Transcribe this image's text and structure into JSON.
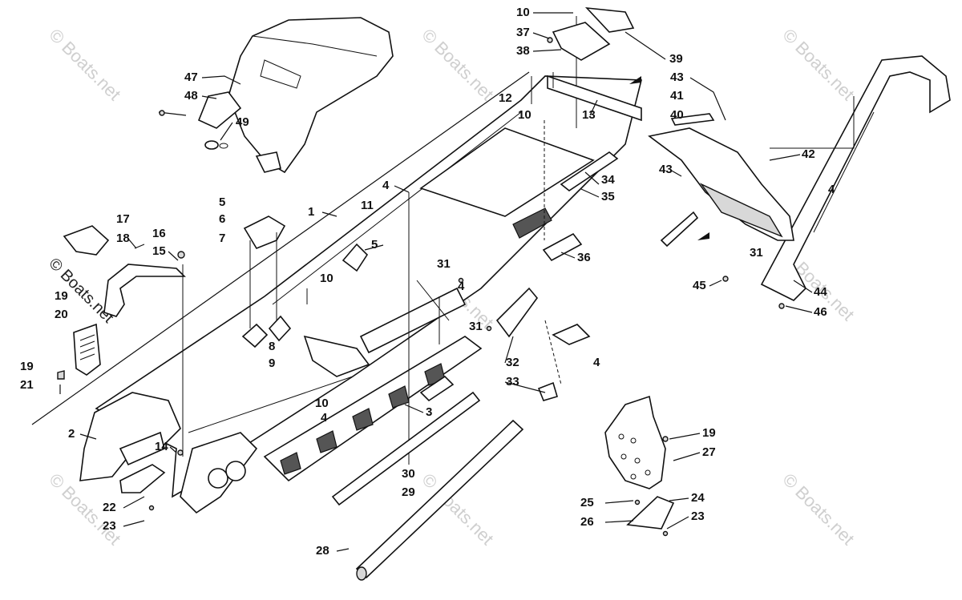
{
  "watermark": "© Boats.net",
  "callouts": [
    {
      "id": "c1",
      "text": "1"
    },
    {
      "id": "c2",
      "text": "2"
    },
    {
      "id": "c3",
      "text": "3"
    },
    {
      "id": "c4a",
      "text": "4"
    },
    {
      "id": "c4b",
      "text": "4"
    },
    {
      "id": "c4c",
      "text": "4"
    },
    {
      "id": "c4d",
      "text": "4"
    },
    {
      "id": "c4e",
      "text": "4"
    },
    {
      "id": "c5a",
      "text": "5"
    },
    {
      "id": "c5b",
      "text": "5"
    },
    {
      "id": "c6",
      "text": "6"
    },
    {
      "id": "c7",
      "text": "7"
    },
    {
      "id": "c8",
      "text": "8"
    },
    {
      "id": "c9",
      "text": "9"
    },
    {
      "id": "c10a",
      "text": "10"
    },
    {
      "id": "c10b",
      "text": "10"
    },
    {
      "id": "c10c",
      "text": "10"
    },
    {
      "id": "c10d",
      "text": "10"
    },
    {
      "id": "c11",
      "text": "11"
    },
    {
      "id": "c12",
      "text": "12"
    },
    {
      "id": "c13",
      "text": "13"
    },
    {
      "id": "c14",
      "text": "14"
    },
    {
      "id": "c15",
      "text": "15"
    },
    {
      "id": "c16",
      "text": "16"
    },
    {
      "id": "c17",
      "text": "17"
    },
    {
      "id": "c18",
      "text": "18"
    },
    {
      "id": "c19a",
      "text": "19"
    },
    {
      "id": "c19b",
      "text": "19"
    },
    {
      "id": "c19c",
      "text": "19"
    },
    {
      "id": "c20",
      "text": "20"
    },
    {
      "id": "c21",
      "text": "21"
    },
    {
      "id": "c22",
      "text": "22"
    },
    {
      "id": "c23a",
      "text": "23"
    },
    {
      "id": "c23b",
      "text": "23"
    },
    {
      "id": "c24",
      "text": "24"
    },
    {
      "id": "c25",
      "text": "25"
    },
    {
      "id": "c26",
      "text": "26"
    },
    {
      "id": "c27",
      "text": "27"
    },
    {
      "id": "c28",
      "text": "28"
    },
    {
      "id": "c29",
      "text": "29"
    },
    {
      "id": "c30",
      "text": "30"
    },
    {
      "id": "c31a",
      "text": "31"
    },
    {
      "id": "c31b",
      "text": "31"
    },
    {
      "id": "c31c",
      "text": "31"
    },
    {
      "id": "c32",
      "text": "32"
    },
    {
      "id": "c33",
      "text": "33"
    },
    {
      "id": "c34",
      "text": "34"
    },
    {
      "id": "c35",
      "text": "35"
    },
    {
      "id": "c36",
      "text": "36"
    },
    {
      "id": "c37",
      "text": "37"
    },
    {
      "id": "c38",
      "text": "38"
    },
    {
      "id": "c39",
      "text": "39"
    },
    {
      "id": "c40",
      "text": "40"
    },
    {
      "id": "c41",
      "text": "41"
    },
    {
      "id": "c42",
      "text": "42"
    },
    {
      "id": "c43a",
      "text": "43"
    },
    {
      "id": "c43b",
      "text": "43"
    },
    {
      "id": "c44",
      "text": "44"
    },
    {
      "id": "c45",
      "text": "45"
    },
    {
      "id": "c46",
      "text": "46"
    },
    {
      "id": "c47",
      "text": "47"
    },
    {
      "id": "c48",
      "text": "48"
    },
    {
      "id": "c49",
      "text": "49"
    }
  ]
}
